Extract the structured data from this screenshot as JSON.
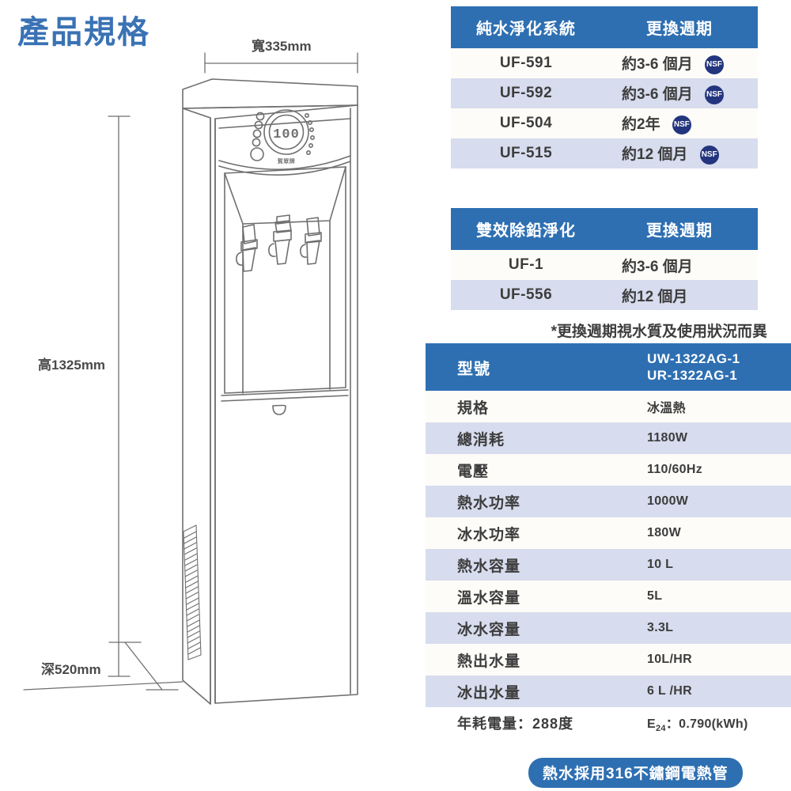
{
  "page": {
    "title": "產品規格"
  },
  "drawing": {
    "width_label": "寬335mm",
    "height_label": "高1325mm",
    "depth_label": "深520mm",
    "display_value": "100",
    "brand_mark": "賀眾牌"
  },
  "filter_table_1": {
    "headers": [
      "純水淨化系統",
      "更換週期"
    ],
    "rows": [
      {
        "model": "UF-591",
        "cycle": "約3-6 個月",
        "nsf": "NSF"
      },
      {
        "model": "UF-592",
        "cycle": "約3-6 個月",
        "nsf": "NSF"
      },
      {
        "model": "UF-504",
        "cycle": "約2年",
        "nsf": "NSF"
      },
      {
        "model": "UF-515",
        "cycle": "約12 個月",
        "nsf": "NSF"
      }
    ]
  },
  "filter_table_2": {
    "headers": [
      "雙效除鉛淨化",
      "更換週期"
    ],
    "rows": [
      {
        "model": "UF-1",
        "cycle": "約3-6 個月"
      },
      {
        "model": "UF-556",
        "cycle": "約12 個月"
      }
    ]
  },
  "note": "*更換週期視水質及使用狀況而異",
  "spec_table": {
    "header": {
      "key": "型號",
      "value_line_1": "UW-1322AG-1",
      "value_line_2": "UR-1322AG-1"
    },
    "rows": [
      {
        "key": "規格",
        "value": "冰溫熱"
      },
      {
        "key": "總消耗",
        "value": "1180W"
      },
      {
        "key": "電壓",
        "value": "110/60Hz"
      },
      {
        "key": "熱水功率",
        "value": "1000W"
      },
      {
        "key": "冰水功率",
        "value": "180W"
      },
      {
        "key": "熱水容量",
        "value": "10 L"
      },
      {
        "key": "溫水容量",
        "value": "5L"
      },
      {
        "key": "冰水容量",
        "value": "3.3L"
      },
      {
        "key": "熱出水量",
        "value": "10L/HR"
      },
      {
        "key": "冰出水量",
        "value": "6 L /HR"
      }
    ],
    "footer": {
      "key": "年耗電量：288度",
      "value_prefix": "E",
      "value_sub": "24",
      "value_suffix": "：0.790(kWh)"
    }
  },
  "steel_badge": "熱水採用316不鏽鋼電熱管",
  "colors": {
    "header_blue": "#2e6fb2",
    "title_blue": "#3a72b4",
    "row_alt": "#d7dcee",
    "row_base": "#fdfcf8",
    "nsf_navy": "#23357e",
    "line_gray": "#6b6b6b"
  }
}
